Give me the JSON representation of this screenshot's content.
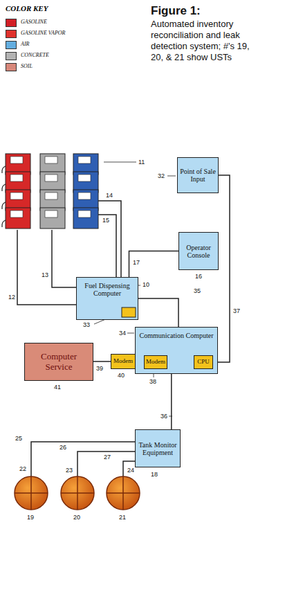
{
  "diagram": {
    "title": "Figure 1:",
    "caption": "Automated inventory reconciliation and leak detection system; #'s 19, 20, & 21 show USTs",
    "nodes": [
      {
        "text": [
          "Point of Sale Input"
        ]
      },
      {
        "text": [
          "Operator Console"
        ]
      },
      {
        "text": [
          "Fuel Dispensing Computer"
        ]
      },
      {
        "text": [
          "Communication Computer"
        ]
      },
      {
        "text": [
          "Modem"
        ],
        "in": 3
      },
      {
        "text": [
          "CPU"
        ],
        "in": 3
      },
      {
        "text": [
          "Computer Service"
        ]
      },
      {
        "text": [
          "Modem"
        ]
      },
      {
        "text": [
          "Tank Monitor Equipment"
        ]
      }
    ],
    "edges": [
      {
        "from": 2,
        "to": 1,
        "arrow": "none"
      },
      {
        "from": 2,
        "to": 3,
        "arrow": "none"
      },
      {
        "from": 0,
        "to": 5,
        "arrow": "none"
      },
      {
        "from": 6,
        "to": 7,
        "arrow": "none"
      },
      {
        "from": 7,
        "to": 4,
        "arrow": "none"
      },
      {
        "from": 3,
        "to": 8,
        "arrow": "none"
      }
    ],
    "labels": [
      "COLOR KEY",
      "11",
      "32",
      "12",
      "13",
      "14",
      "15",
      "17",
      "16",
      "10",
      "33",
      "35",
      "37",
      "34",
      "38",
      "41",
      "40",
      "39",
      "36",
      "18",
      "25",
      "26",
      "27",
      "22",
      "23",
      "24",
      "19",
      "20",
      "21"
    ],
    "legend": [
      {
        "text": "GASOLINE",
        "color": "#d21f26"
      },
      {
        "text": "GASOLINE VAPOR",
        "color": "#e0312c"
      },
      {
        "text": "AIR",
        "color": "#64aee0"
      },
      {
        "text": "CONCRETE",
        "color": "#b3b3b3"
      },
      {
        "text": "SOIL",
        "color": "#d7877a"
      }
    ]
  }
}
